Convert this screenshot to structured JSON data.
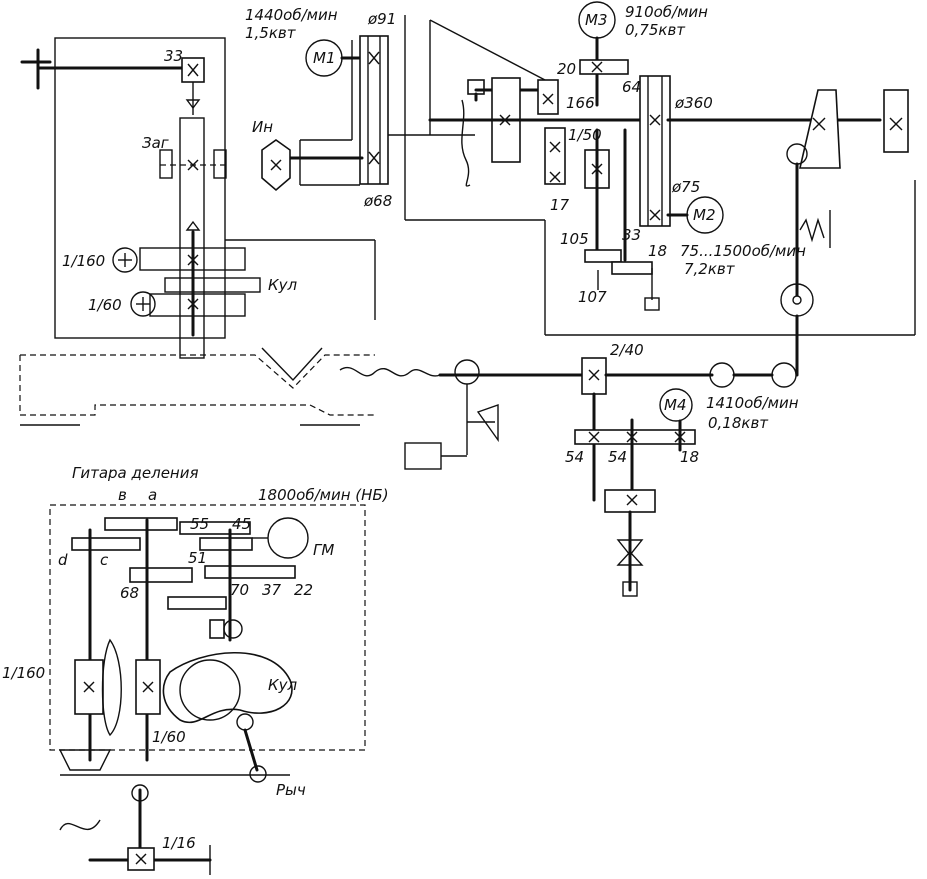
{
  "diagram": {
    "labels": {
      "m1_speed": "1440об/мин",
      "m1_power": "1,5квт",
      "d91": "ø91",
      "d68": "ø68",
      "m1": "М1",
      "in": "Ин",
      "g33": "33",
      "zag": "Заг",
      "r160": "1/160",
      "r60": "1/60",
      "kul_top": "Кул",
      "m3": "М3",
      "m3_speed": "910об/мин",
      "m3_power": "0,75квт",
      "g20": "20",
      "g64": "64",
      "g166": "166",
      "d360": "ø360",
      "r150": "1/50",
      "d75": "ø75",
      "g17": "17",
      "m2": "М2",
      "g105": "105",
      "g33b": "33",
      "g18": "18",
      "m2_speed": "75...1500об/мин",
      "m2_power": "7,2квт",
      "g107": "107",
      "r240": "2/40",
      "m4": "М4",
      "m4_speed": "1410об/мин",
      "m4_power": "0,18квт",
      "g54a": "54",
      "g54b": "54",
      "g18b": "18",
      "guitar": "Гитара деления",
      "gb": "в",
      "ga": "а",
      "hm_speed": "1800об/мин (НБ)",
      "gd": "d",
      "gc": "с",
      "g55": "55",
      "g45": "45",
      "gm": "ГМ",
      "g51": "51",
      "g68": "68",
      "g70": "70",
      "g37": "37",
      "g22": "22",
      "r160b": "1/160",
      "kul_bottom": "Кул",
      "r60b": "1/60",
      "rych": "Рыч",
      "r16": "1/16"
    }
  }
}
